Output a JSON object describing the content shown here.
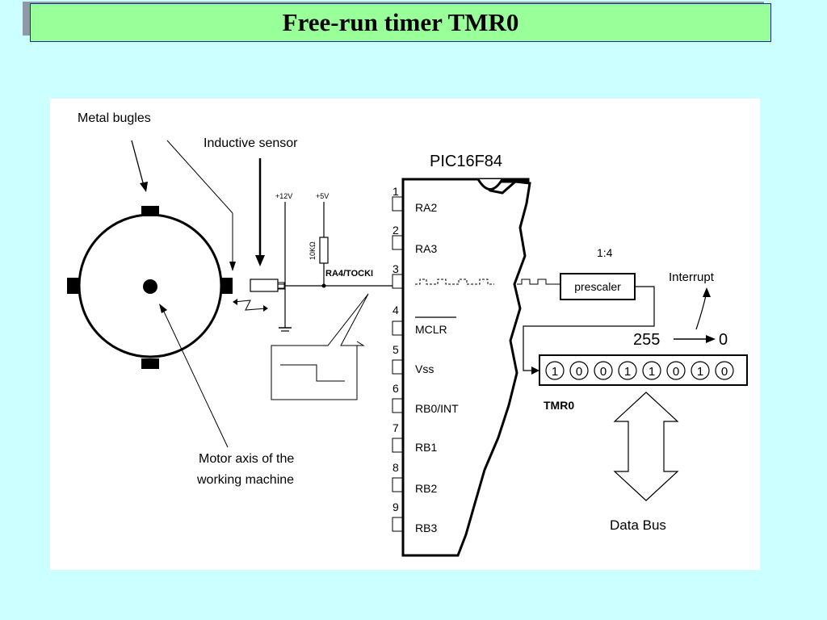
{
  "slide": {
    "title": "Free-run timer TMR0"
  },
  "diagram": {
    "labels": {
      "metal_bugles": "Metal bugles",
      "inductive_sensor": "Inductive sensor",
      "chip_name": "PIC16F84",
      "plus12v": "+12V",
      "plus5v": "+5V",
      "resistor": "10KΩ",
      "ra4_tocki": "RA4/TOCKI",
      "ratio": "1:4",
      "prescaler": "prescaler",
      "interrupt": "Interrupt",
      "overflow_from": "255",
      "overflow_to": "0",
      "tmr0": "TMR0",
      "data_bus": "Data Bus",
      "motor_axis_line1": "Motor axis of the",
      "motor_axis_line2": "working machine"
    },
    "pins": [
      {
        "number": "1",
        "label": "RA2"
      },
      {
        "number": "2",
        "label": "RA3"
      },
      {
        "number": "3",
        "label": ""
      },
      {
        "number": "4",
        "label": "MCLR"
      },
      {
        "number": "5",
        "label": "Vss"
      },
      {
        "number": "6",
        "label": "RB0/INT"
      },
      {
        "number": "7",
        "label": "RB1"
      },
      {
        "number": "8",
        "label": "RB2"
      },
      {
        "number": "9",
        "label": "RB3"
      }
    ],
    "register_bits": [
      "1",
      "0",
      "0",
      "1",
      "1",
      "0",
      "1",
      "0"
    ],
    "colors": {
      "background": "#ccffff",
      "title_bar": "#99ff99",
      "title_border": "#1a2b9a"
    }
  }
}
